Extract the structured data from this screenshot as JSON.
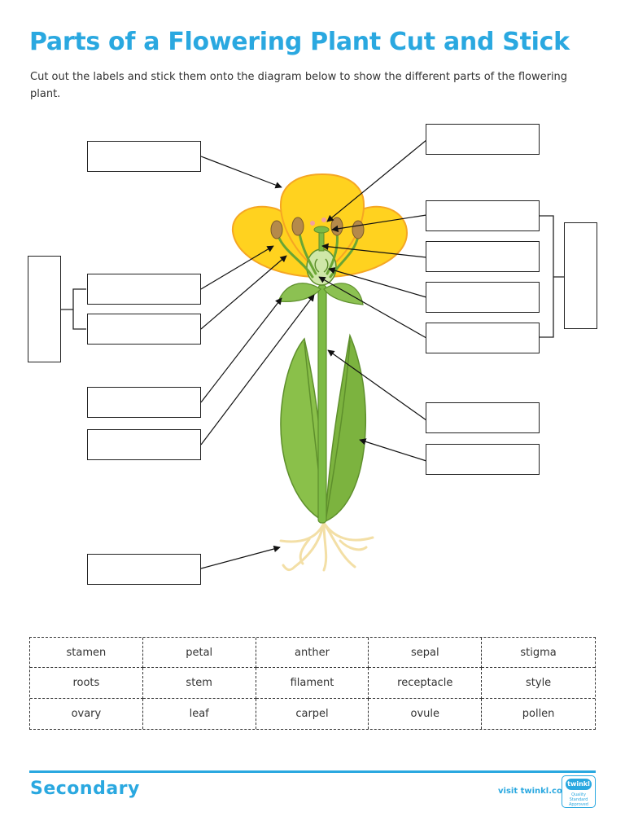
{
  "title": "Parts of a Flowering Plant Cut and Stick",
  "instructions": "Cut out the labels and stick them onto the diagram below to show the different parts of the flowering plant.",
  "labels": [
    [
      "stamen",
      "petal",
      "anther",
      "sepal",
      "stigma"
    ],
    [
      "roots",
      "stem",
      "filament",
      "receptacle",
      "style"
    ],
    [
      "ovary",
      "leaf",
      "carpel",
      "ovule",
      "pollen"
    ]
  ],
  "footer": {
    "brand": "Secondary",
    "link": "visit twinkl.com",
    "badge_logo": "twinkl",
    "badge_text": "Quality Standard Approved"
  },
  "colors": {
    "accent": "#2aa8e0",
    "petal": "#ffd21f",
    "petal_edge": "#f5a623",
    "stem": "#7dbb45",
    "leaf": "#8ac04a",
    "root": "#f6e6b4"
  }
}
